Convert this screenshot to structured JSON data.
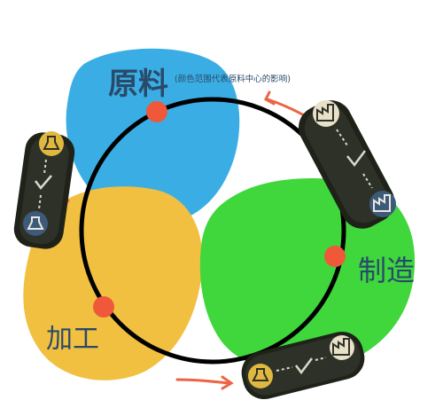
{
  "labels": {
    "raw_title": "原料",
    "raw_note": "(颜色范围代表原料中心的影响)",
    "manufacture": "制造",
    "processing": "加工"
  },
  "colors": {
    "raw": "#3aaee4",
    "processing": "#f2c040",
    "manufacture": "#3fd73c",
    "ring": "#000000",
    "node": "#f0583a",
    "arrow": "#ec6444",
    "chip_body": "#2e3128",
    "chip_gold": "#e0b840",
    "chip_blue": "#3d5a78"
  },
  "icons": {
    "chip_top_left": [
      "flask-icon",
      "check-icon",
      "flask-icon"
    ],
    "chip_top_right": [
      "factory-icon",
      "check-icon",
      "factory-icon"
    ],
    "chip_bottom": [
      "flask-icon",
      "check-icon",
      "factory-icon"
    ]
  }
}
